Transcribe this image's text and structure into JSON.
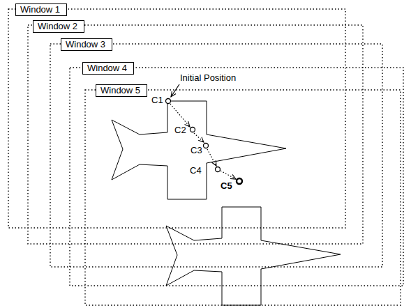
{
  "diagram": {
    "nodes": [
      {
        "text": [
          "Window 1"
        ]
      },
      {
        "text": [
          "Window 2"
        ]
      },
      {
        "text": [
          "Window 3"
        ]
      },
      {
        "text": [
          "Window 4"
        ]
      },
      {
        "text": [
          "Window 5"
        ]
      }
    ],
    "labels": [
      "Initial Position",
      "C1",
      "C2",
      "C3",
      "C4",
      "C5"
    ]
  }
}
